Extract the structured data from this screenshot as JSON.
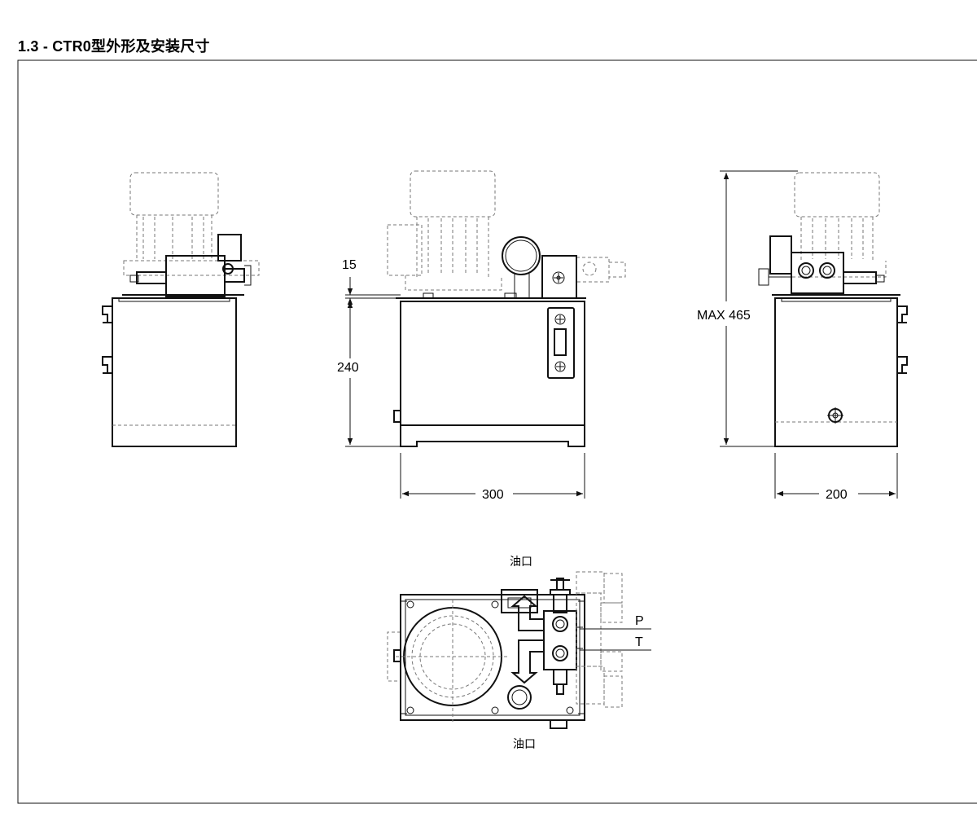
{
  "title": "1.3 - CTR0型外形及安装尺寸",
  "dimensions": {
    "front_top_gap": "15",
    "front_height": "240",
    "front_width": "300",
    "side_max_height": "MAX 465",
    "side_width": "200"
  },
  "top_view_labels": {
    "oil_port_top": "油口",
    "oil_port_bottom": "油口",
    "port_p": "P",
    "port_t": "T"
  },
  "colors": {
    "line": "#111111",
    "hidden_line": "#777777",
    "background": "#ffffff"
  }
}
